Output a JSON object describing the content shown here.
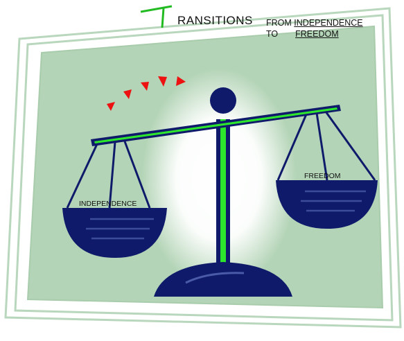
{
  "title": {
    "initial": "T",
    "rest": "RANSITIONS",
    "initial_color": "#22bb22"
  },
  "subtitle": {
    "line1_prefix": "FROM",
    "line1_underlined": "INDEPENDENCE",
    "line2_prefix": "TO",
    "line2_underlined": "FREEDOM"
  },
  "scale": {
    "left_pan_label": "INDEPENDENCE",
    "right_pan_label": "FREEDOM",
    "tilt": "left-low",
    "pointer_arrow_count": 5
  },
  "colors": {
    "frame_fill": "#b3d4b6",
    "frame_line": "#b9d7bc",
    "scale_navy": "#0f1a6b",
    "beam_green": "#2ee52e",
    "pointer_red": "#ee1111",
    "glow": "#ffffff"
  },
  "icons": {
    "scale": "balance-scale-icon",
    "arrows": "red-triangle-arrow-icon"
  }
}
